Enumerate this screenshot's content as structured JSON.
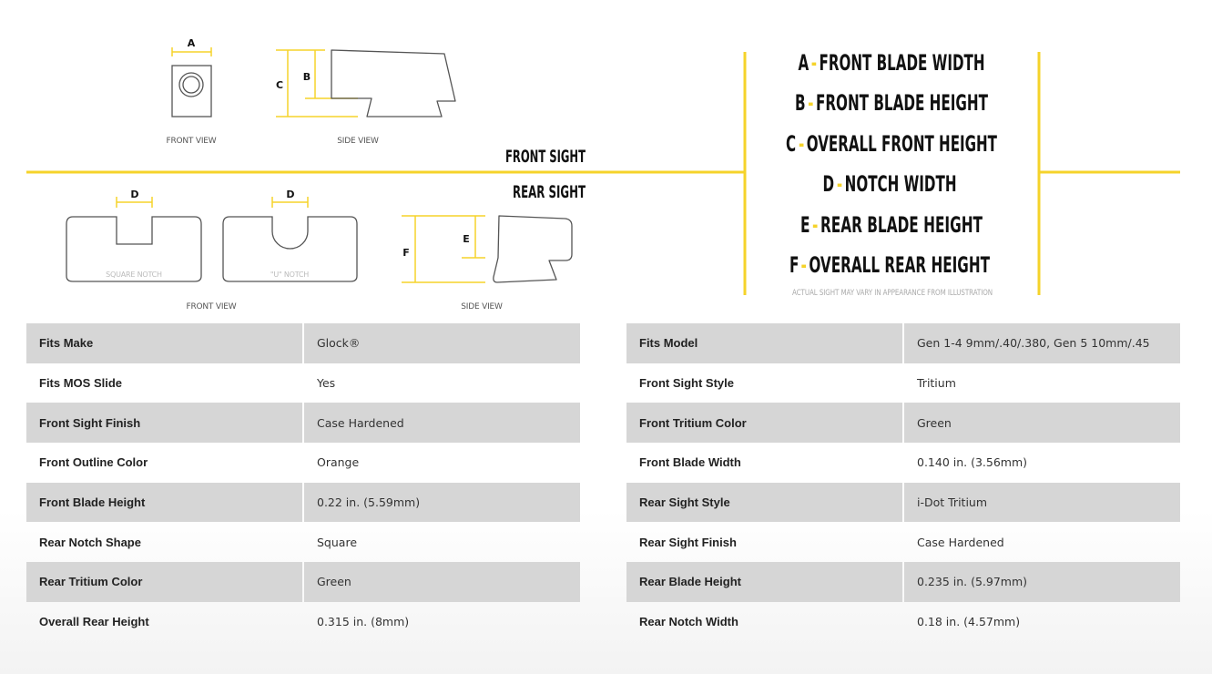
{
  "diagram": {
    "front_sight_label": "FRONT SIGHT",
    "rear_sight_label": "REAR SIGHT",
    "front_view_caption_top": "FRONT VIEW",
    "side_view_caption_top": "SIDE VIEW",
    "front_view_caption_bottom": "FRONT VIEW",
    "side_view_caption_bottom": "SIDE VIEW",
    "square_notch_caption": "SQUARE NOTCH",
    "u_notch_caption": "\"U\" NOTCH",
    "dim_a": "A",
    "dim_b": "B",
    "dim_c": "C",
    "dim_d1": "D",
    "dim_d2": "D",
    "dim_e": "E",
    "dim_f": "F",
    "accent_color": "#f5d32a"
  },
  "legend": {
    "items": [
      {
        "letter": "A",
        "text": "FRONT BLADE WIDTH"
      },
      {
        "letter": "B",
        "text": "FRONT BLADE HEIGHT"
      },
      {
        "letter": "C",
        "text": "OVERALL FRONT HEIGHT"
      },
      {
        "letter": "D",
        "text": "NOTCH WIDTH"
      },
      {
        "letter": "E",
        "text": "REAR BLADE HEIGHT"
      },
      {
        "letter": "F",
        "text": "OVERALL REAR HEIGHT"
      }
    ],
    "disclaimer": "ACTUAL SIGHT MAY VARY IN APPEARANCE FROM ILLUSTRATION"
  },
  "specs_left": [
    {
      "label": "Fits Make",
      "value": "Glock®"
    },
    {
      "label": "Fits MOS Slide",
      "value": "Yes"
    },
    {
      "label": "Front Sight Finish",
      "value": "Case Hardened"
    },
    {
      "label": "Front Outline Color",
      "value": "Orange"
    },
    {
      "label": "Front Blade Height",
      "value": "0.22 in. (5.59mm)"
    },
    {
      "label": "Rear Notch Shape",
      "value": "Square"
    },
    {
      "label": "Rear Tritium Color",
      "value": "Green"
    },
    {
      "label": "Overall Rear Height",
      "value": "0.315 in. (8mm)"
    }
  ],
  "specs_right": [
    {
      "label": "Fits Model",
      "value": "Gen 1-4 9mm/.40/.380, Gen 5 10mm/.45"
    },
    {
      "label": "Front Sight Style",
      "value": "Tritium"
    },
    {
      "label": "Front Tritium Color",
      "value": "Green"
    },
    {
      "label": "Front Blade Width",
      "value": "0.140 in. (3.56mm)"
    },
    {
      "label": "Rear Sight Style",
      "value": "i-Dot Tritium"
    },
    {
      "label": "Rear Sight Finish",
      "value": "Case Hardened"
    },
    {
      "label": "Rear Blade Height",
      "value": "0.235 in. (5.97mm)"
    },
    {
      "label": "Rear Notch Width",
      "value": "0.18 in. (4.57mm)"
    }
  ]
}
